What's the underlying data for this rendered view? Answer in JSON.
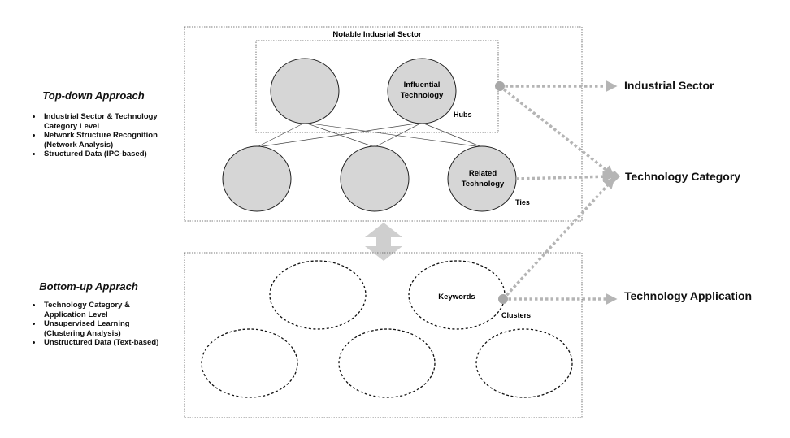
{
  "top_down": {
    "heading": "Top-down Approach",
    "bullets": [
      "Industrial Sector & Technology Category Level",
      "Network Structure Recognition (Network Analysis)",
      "Structured Data (IPC-based)"
    ]
  },
  "bottom_up": {
    "heading": "Bottom-up Apprach",
    "bullets": [
      "Technology Category & Application Level",
      "Unsupervised Learning (Clustering Analysis)",
      "Unstructured Data (Text-based)"
    ]
  },
  "network": {
    "sector_box_title": "Notable Indusrial Sector",
    "influential_line1": "Influential",
    "influential_line2": "Technology",
    "hubs_label": "Hubs",
    "related_line1": "Related",
    "related_line2": "Technology",
    "ties_label": "Ties"
  },
  "clusters": {
    "keywords_label": "Keywords",
    "clusters_label": "Clusters"
  },
  "targets": {
    "industrial_sector": "Industrial Sector",
    "technology_category": "Technology Category",
    "technology_application": "Technology Application"
  },
  "colors": {
    "node_fill": "#d6d6d6",
    "arrow_gray": "#b5b5b5",
    "connector_dot": "#a8a8a8",
    "double_arrow": "#cfcfcf"
  }
}
